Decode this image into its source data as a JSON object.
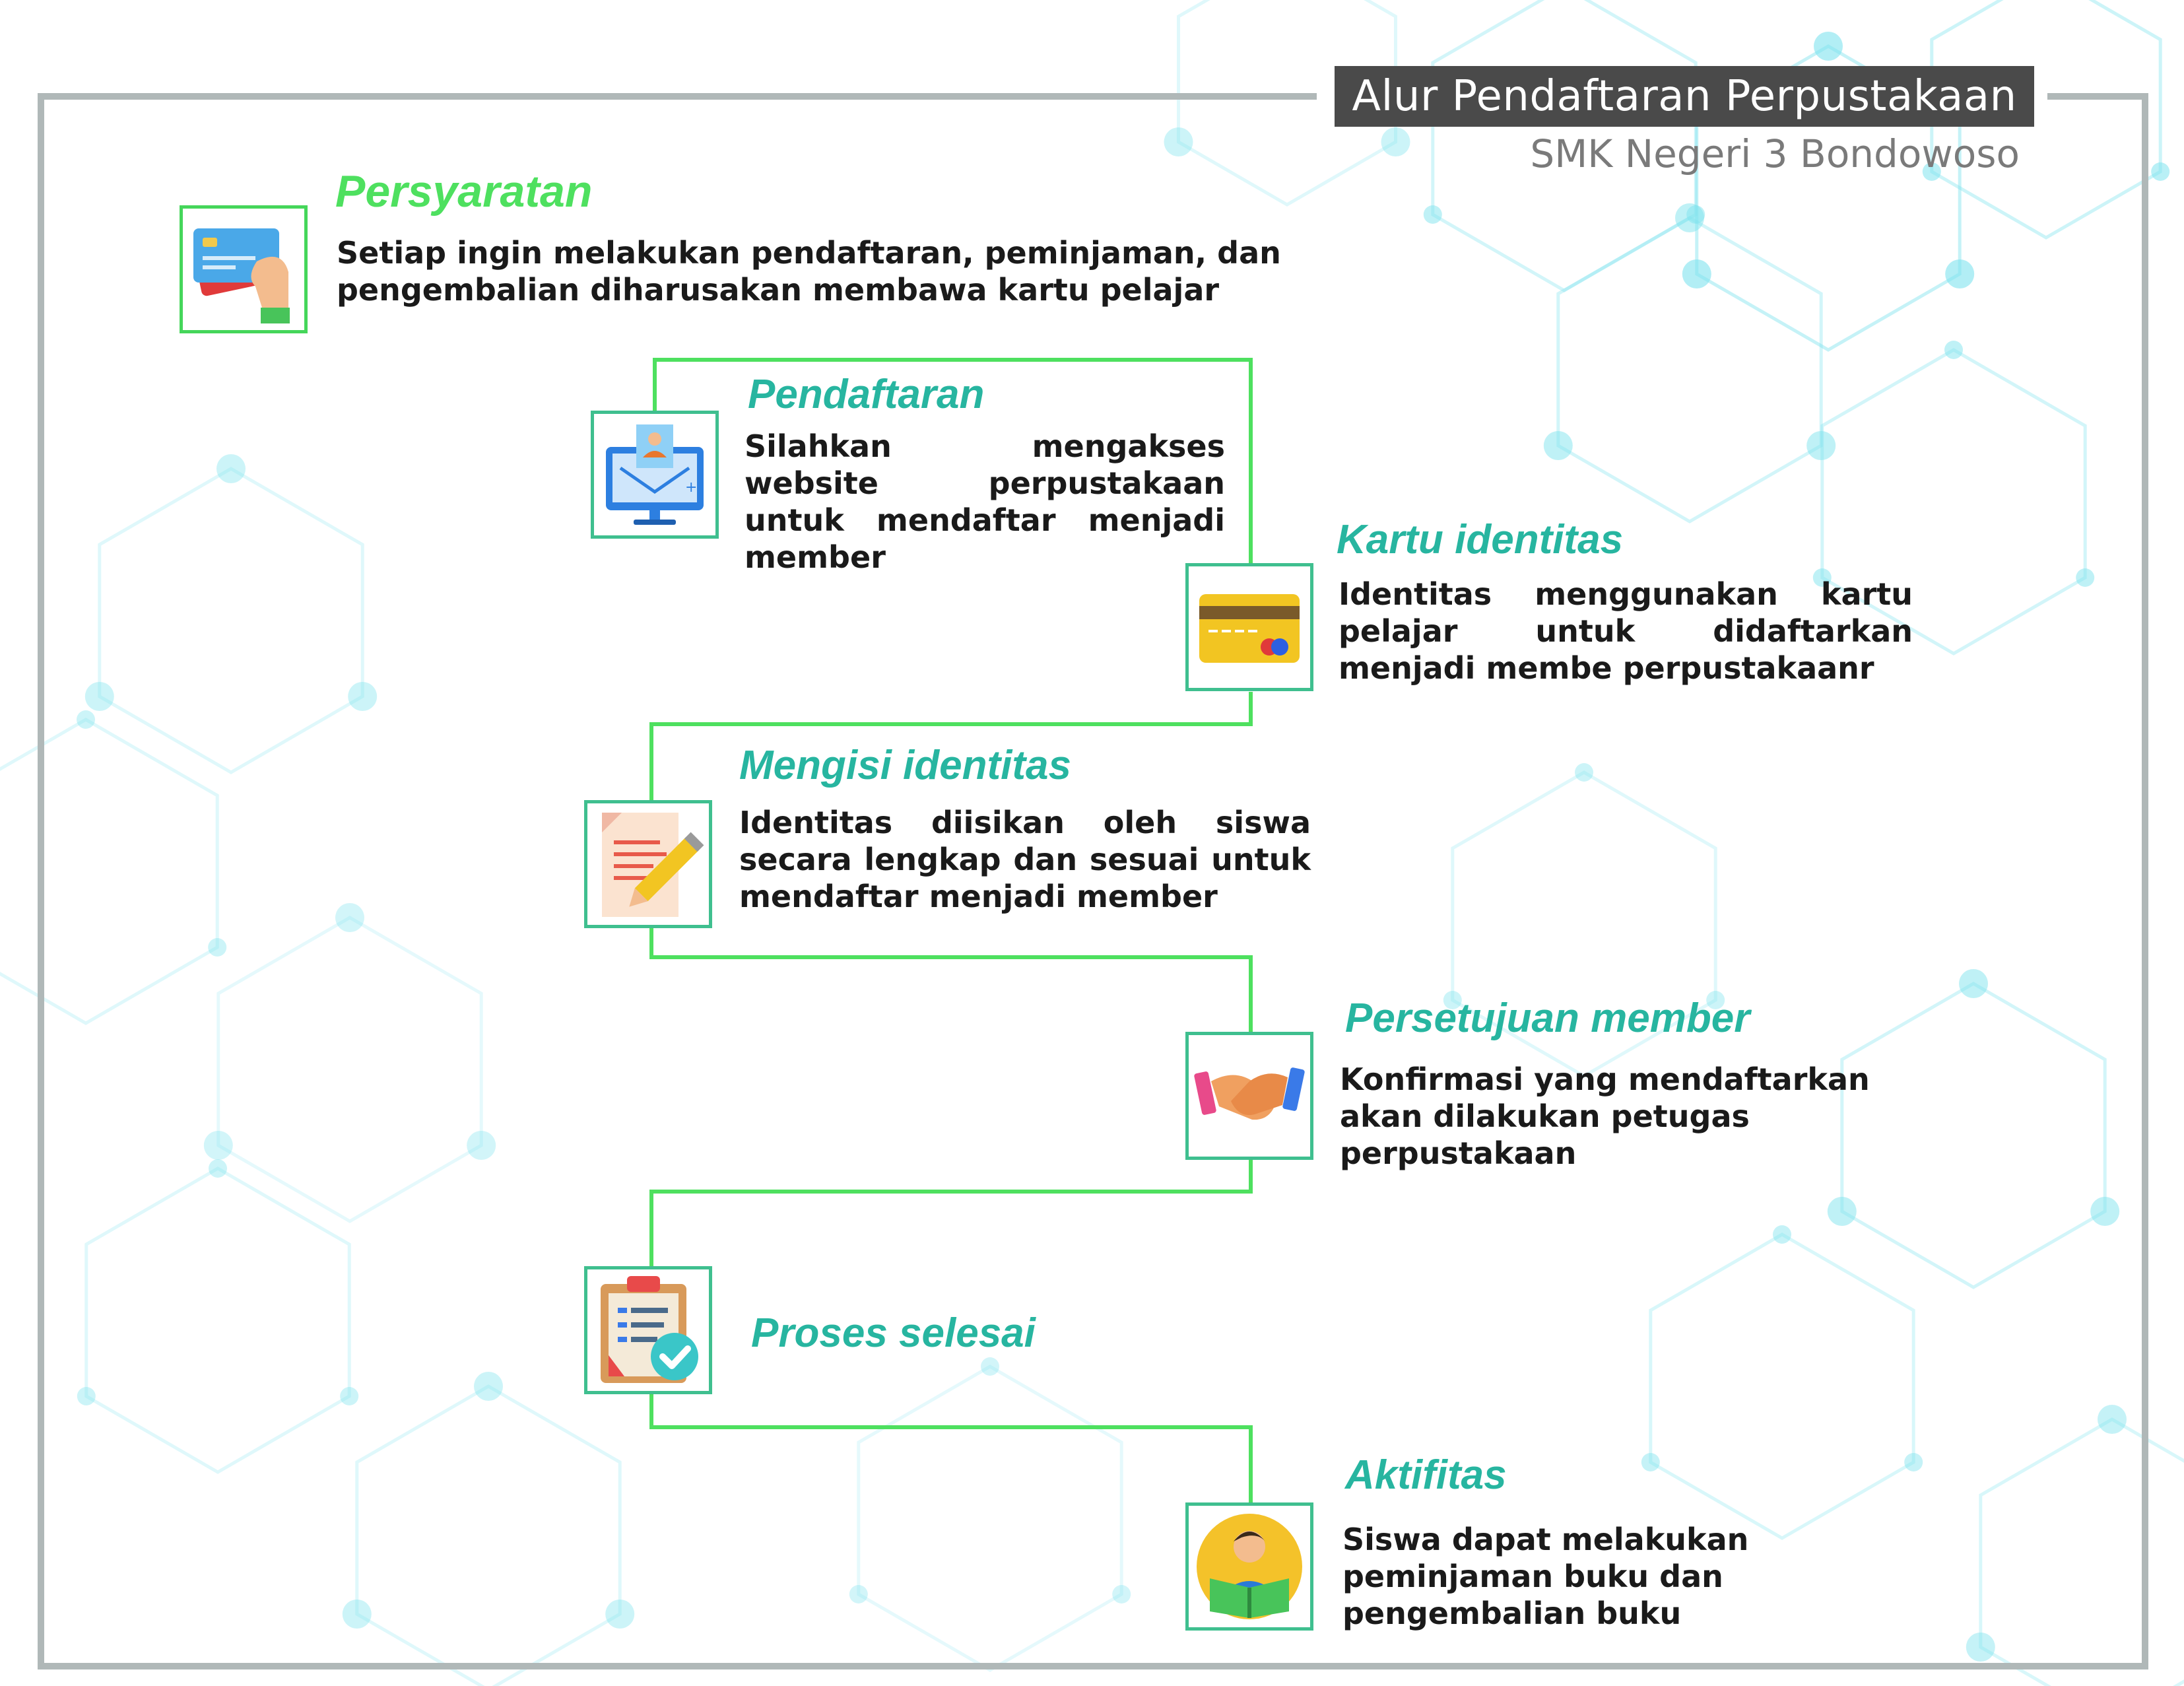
{
  "header": {
    "title": "Alur Pendaftaran Perpustakaan",
    "subtitle": "SMK Negeri 3 Bondowoso"
  },
  "steps": [
    {
      "title": "Persyaratan",
      "description": "Setiap ingin melakukan pendaftaran, peminjaman, dan pengembalian diharusakan membawa kartu pelajar",
      "icon": "id-card-in-hand-icon"
    },
    {
      "title": "Pendaftaran",
      "description": "Silahkan mengakses website perpustakaan untuk mendaftar menjadi member",
      "icon": "computer-registration-icon"
    },
    {
      "title": "Kartu identitas",
      "description": "Identitas menggunakan kartu pelajar untuk didaftarkan menjadi membe perpustakaanr",
      "icon": "credit-card-icon"
    },
    {
      "title": "Mengisi identitas",
      "description": "Identitas diisikan oleh siswa secara lengkap dan sesuai untuk mendaftar menjadi member",
      "icon": "form-pencil-icon"
    },
    {
      "title": "Persetujuan member",
      "description": "Konfirmasi yang mendaftarkan akan dilakukan petugas perpustakaan",
      "icon": "handshake-icon"
    },
    {
      "title": "Proses selesai",
      "description": "",
      "icon": "clipboard-check-icon"
    },
    {
      "title": "Aktifitas",
      "description": "Siswa dapat melakukan peminjaman buku dan pengembalian buku",
      "icon": "reading-person-icon"
    }
  ],
  "colors": {
    "connector": "#4ee05f",
    "title_primary": "#27b5a0",
    "title_accent": "#4ee05f",
    "frame": "#b0b8b8",
    "header_box": "#4a4a4a",
    "hexagon": "#7fe3ee"
  }
}
